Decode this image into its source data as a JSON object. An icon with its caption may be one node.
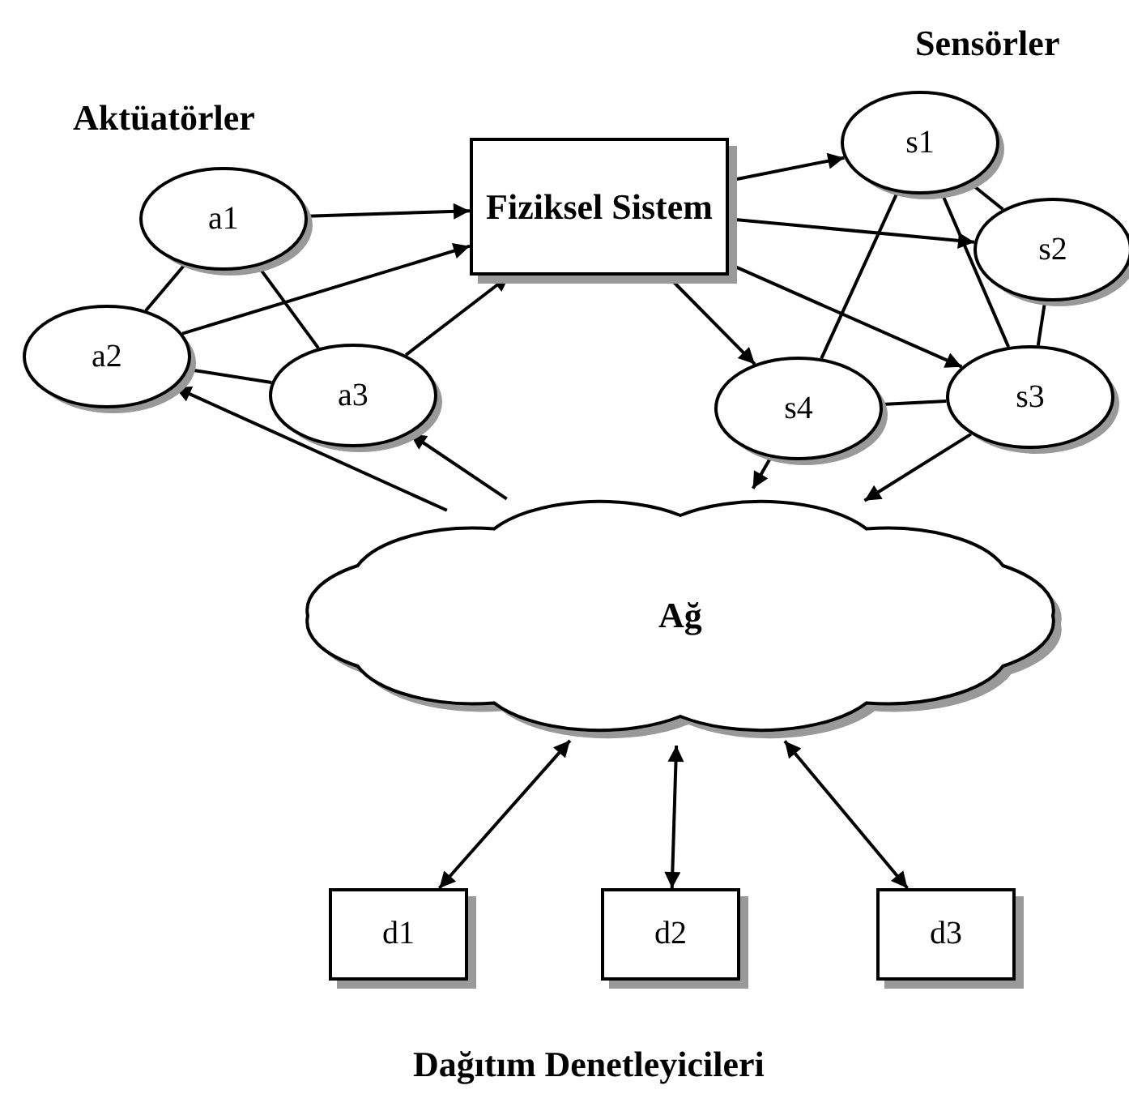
{
  "diagram": {
    "nodes": [
      {
        "text": [
          "Fiziksel Sistem"
        ]
      },
      {
        "text": [
          "a1"
        ]
      },
      {
        "text": [
          "a2"
        ]
      },
      {
        "text": [
          "a3"
        ]
      },
      {
        "text": [
          "s1"
        ]
      },
      {
        "text": [
          "s2"
        ]
      },
      {
        "text": [
          "s3"
        ]
      },
      {
        "text": [
          "s4"
        ]
      },
      {
        "text": [
          "Ağ"
        ]
      },
      {
        "text": [
          "d1"
        ]
      },
      {
        "text": [
          "d2"
        ]
      },
      {
        "text": [
          "d3"
        ]
      }
    ],
    "edges": [
      {
        "from": 1,
        "to": 0,
        "arrow": "to"
      },
      {
        "from": 2,
        "to": 0,
        "arrow": "to"
      },
      {
        "from": 3,
        "to": 0,
        "arrow": "to"
      },
      {
        "from": 1,
        "to": 2,
        "arrow": "none"
      },
      {
        "from": 1,
        "to": 3,
        "arrow": "none"
      },
      {
        "from": 2,
        "to": 3,
        "arrow": "none"
      },
      {
        "from": 0,
        "to": 4,
        "arrow": "to"
      },
      {
        "from": 0,
        "to": 5,
        "arrow": "to"
      },
      {
        "from": 0,
        "to": 6,
        "arrow": "to"
      },
      {
        "from": 0,
        "to": 7,
        "arrow": "to"
      },
      {
        "from": 4,
        "to": 5,
        "arrow": "none"
      },
      {
        "from": 4,
        "to": 6,
        "arrow": "none"
      },
      {
        "from": 4,
        "to": 7,
        "arrow": "none"
      },
      {
        "from": 5,
        "to": 6,
        "arrow": "none"
      },
      {
        "from": 7,
        "to": 6,
        "arrow": "none"
      },
      {
        "from": 7,
        "to": 8,
        "arrow": "to"
      },
      {
        "from": 6,
        "to": 8,
        "arrow": "to"
      },
      {
        "from": 8,
        "to": 2,
        "arrow": "to"
      },
      {
        "from": 8,
        "to": 3,
        "arrow": "to"
      },
      {
        "from": 9,
        "to": 8,
        "arrow": "both"
      },
      {
        "from": 10,
        "to": 8,
        "arrow": "both"
      },
      {
        "from": 11,
        "to": 8,
        "arrow": "both"
      }
    ],
    "labels": [
      "Sensörler",
      "Aktüatörler",
      "Dağıtım Denetleyicileri"
    ]
  }
}
